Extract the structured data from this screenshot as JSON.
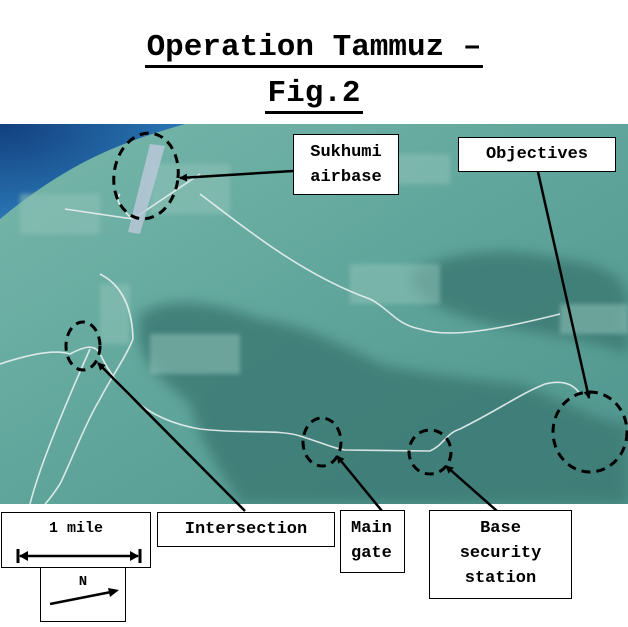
{
  "title": {
    "line1": "Operation Tammuz –",
    "line2": "Fig.2"
  },
  "labels": {
    "airbase": [
      "Sukhumi",
      "airbase"
    ],
    "objectives": "Objectives",
    "intersection": "Intersection",
    "main_gate": [
      "Main",
      "gate"
    ],
    "base_security": [
      "Base",
      "security",
      "station"
    ]
  },
  "scale": {
    "label": "1 mile"
  },
  "north": {
    "label": "N"
  },
  "colors": {
    "land": "#5fa59b",
    "forest": "#3d7a74",
    "sea": "#1a5a9a",
    "road": "#e8f0f0"
  }
}
